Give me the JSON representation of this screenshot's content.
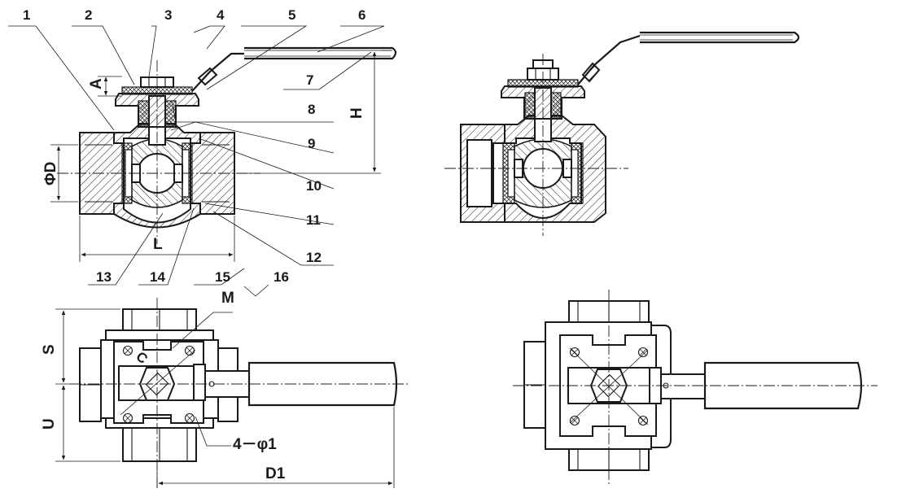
{
  "part_numbers": [
    "1",
    "2",
    "3",
    "4",
    "5",
    "6",
    "7",
    "8",
    "9",
    "10",
    "11",
    "12",
    "13",
    "14",
    "15",
    "16"
  ],
  "dimensions": {
    "A": "A",
    "H": "H",
    "D": "ΦD",
    "L": "L",
    "M": "M",
    "C": "C",
    "S": "S",
    "U": "U",
    "holes": "4－φ1",
    "D1": "D1"
  }
}
